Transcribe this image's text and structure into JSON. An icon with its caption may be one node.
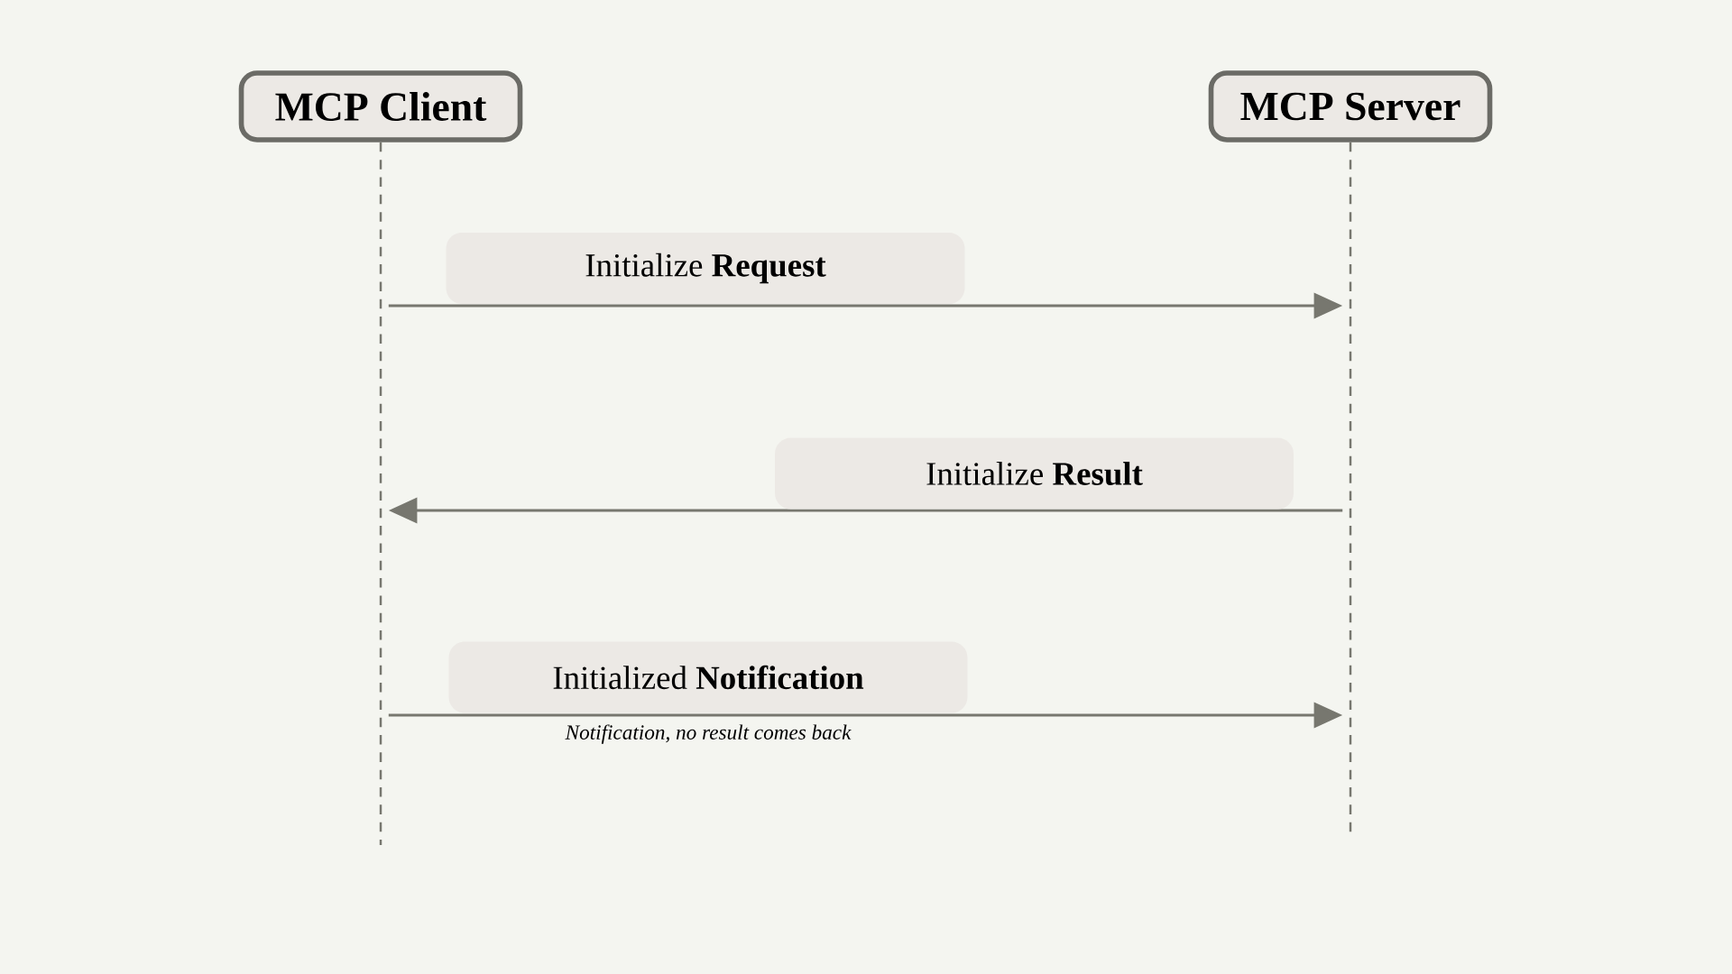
{
  "diagram": {
    "nodes": [
      {
        "text": [
          "MCP Client"
        ]
      },
      {
        "text": [
          "MCP Server"
        ]
      }
    ],
    "edges": [
      {
        "from": 0,
        "to": 1,
        "arrow": "to",
        "label": "Initialize **Request**"
      },
      {
        "from": 1,
        "to": 0,
        "arrow": "to",
        "label": "Initialize **Result**"
      },
      {
        "from": 0,
        "to": 1,
        "arrow": "to",
        "label": "Initialized **Notification**"
      }
    ],
    "labels": [
      "Notification, no result comes back"
    ]
  }
}
